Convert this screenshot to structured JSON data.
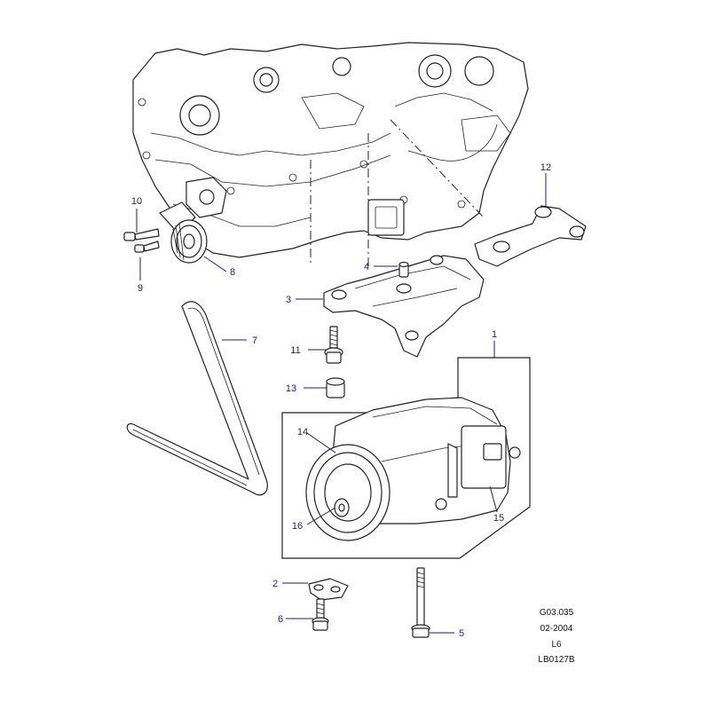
{
  "callouts": {
    "n1": "1",
    "n2": "2",
    "n3": "3",
    "n4": "4",
    "n5": "5",
    "n6": "6",
    "n7": "7",
    "n8": "8",
    "n9": "9",
    "n10": "10",
    "n11": "11",
    "n12": "12",
    "n13": "13",
    "n14": "14",
    "n15": "15",
    "n16": "16"
  },
  "meta": {
    "ref": "G03.035",
    "date": "02-2004",
    "engine": "L6",
    "code": "LB0127B"
  },
  "colors": {
    "callout": "#1f1f6e",
    "ink": "#222222"
  }
}
